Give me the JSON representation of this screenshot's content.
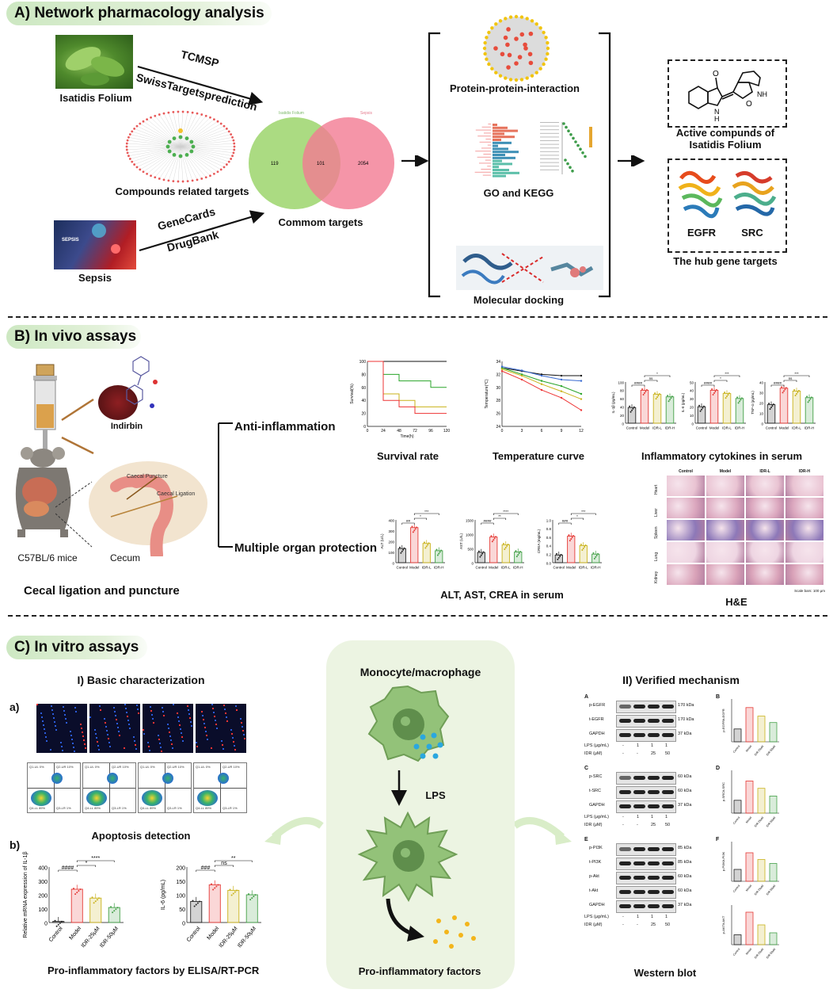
{
  "sectionA": {
    "title": "A)  Network pharmacology analysis",
    "herb_label": "Isatidis Folium",
    "arrow1_top": "TCMSP",
    "arrow1_bottom": "SwissTargetsprediction",
    "compounds_label": "Compounds related targets",
    "sepsis_label": "Sepsis",
    "sepsis_image_text": "SEPSIS",
    "arrow2_top": "GeneCards",
    "arrow2_bottom": "DrugBank",
    "venn": {
      "left_title": "Isatidis Folium",
      "right_title": "Sepsis",
      "left_count": "119",
      "overlap_count": "101",
      "right_count": "2054",
      "caption": "Commom targets",
      "left_color": "#a6d97b",
      "right_color": "#f27a92"
    },
    "ppi_label": "Protein-protein-interaction",
    "go_label": "GO and KEGG",
    "docking_label": "Molecular docking",
    "active_label_line1": "Active compunds of",
    "active_label_line2": "Isatidis Folium",
    "molecule_nh_bottom": "H",
    "molecule_n_bottom": "N",
    "molecule_nh_right": "NH",
    "molecule_o": "O",
    "egfr_label": "EGFR",
    "src_label": "SRC",
    "hub_label": "The hub gene targets"
  },
  "sectionB": {
    "title": "B)  In vivo assays",
    "indirbin_label": "Indirbin",
    "puncture_label": "Caecal Puncture",
    "ligation_label": "Caecal Ligation",
    "mouse_label": "C57BL/6 mice",
    "cecum_label": "Cecum",
    "clp_label": "Cecal ligation and puncture",
    "anti_label": "Anti-inflammation",
    "organ_label": "Multiple organ protection",
    "survival": {
      "caption": "Survival rate",
      "ylabel": "Survival(%)",
      "xlabel": "Time(h)",
      "yticks": [
        "0",
        "20",
        "40",
        "60",
        "80",
        "100"
      ],
      "xticks": [
        "0",
        "24",
        "48",
        "72",
        "96",
        "120"
      ]
    },
    "temperature": {
      "caption": "Temperature curve",
      "ylabel": "Temperature(℃)",
      "yticks": [
        "24",
        "26",
        "28",
        "30",
        "32",
        "34"
      ],
      "xticks": [
        "0",
        "3",
        "6",
        "9",
        "12"
      ]
    },
    "cytokine_caption": "Inflammatory cytokines in serum",
    "cytokine_panels": [
      {
        "ylabel": "IL-1β (pg/mL)",
        "sig1": "####",
        "sig2": "ns",
        "sig3": "*",
        "yticks": [
          "0",
          "20",
          "40",
          "60",
          "80",
          "100"
        ]
      },
      {
        "ylabel": "IL-6 (pg/mL)",
        "sig1": "####",
        "sig2": "*",
        "sig3": "***",
        "yticks": [
          "0",
          "10",
          "20",
          "30",
          "40",
          "50"
        ]
      },
      {
        "ylabel": "TNF-α (pg/mL)",
        "sig1": "####",
        "sig2": "ns",
        "sig3": "***",
        "yticks": [
          "0",
          "10",
          "20",
          "30",
          "40"
        ]
      }
    ],
    "group_labels": [
      "Control",
      "Model",
      "IDR-L",
      "IDR-H"
    ],
    "organ_panels": [
      {
        "ylabel": "ALT (U/L)",
        "sig1": "##",
        "sig2": "*",
        "sig3": "***",
        "yticks": [
          "0",
          "100",
          "200",
          "300",
          "400"
        ]
      },
      {
        "ylabel": "AST (U/L)",
        "sig1": "####",
        "sig2": "**",
        "sig3": "****",
        "yticks": [
          "0",
          "500",
          "1000",
          "1500"
        ]
      },
      {
        "ylabel": "CREA (mg/mL)",
        "sig1": "###",
        "sig2": "*",
        "sig3": "***",
        "yticks": [
          "0.0",
          "0.2",
          "0.4",
          "0.6",
          "0.8",
          "1.0"
        ]
      }
    ],
    "organ_caption": "ALT, AST, CREA in serum",
    "he_caption": "H&E",
    "he_cols": [
      "Control",
      "Model",
      "IDR-L",
      "IDR-H"
    ],
    "he_rows": [
      "Heart",
      "Liver",
      "Spleen",
      "Lung",
      "Kidney"
    ],
    "he_scale": "Scale bars: 100 μm"
  },
  "sectionC": {
    "title": "C)  In vitro assays",
    "basic_title": "I) Basic characterization",
    "panel_a": "a)",
    "panel_b": "b)",
    "apoptosis_caption": "Apoptosis detection",
    "flow_labels": [
      "Q1-UL 0%",
      "Q2-UR 10%",
      "Q4-LL 89%",
      "Q3-LR 1%"
    ],
    "il1b": {
      "ylabel": "Relative mRNA expression of IL-1β",
      "yticks": [
        "0",
        "100",
        "200",
        "300",
        "400"
      ],
      "groups": [
        "Control",
        "Model",
        "IDR-25μM",
        "IDR-50μM"
      ],
      "sig1": "####",
      "sig2": "*",
      "sig3": "****"
    },
    "il6": {
      "ylabel": "IL-6 (pg/mL)",
      "yticks": [
        "0",
        "50",
        "100",
        "150",
        "200"
      ],
      "groups": [
        "Control",
        "Model",
        "IDR-25μM",
        "IDR-50μM"
      ],
      "sig1": "###",
      "sig2": "ns",
      "sig3": "**"
    },
    "elisa_caption": "Pro-inflammatory factors by ELISA/RT-PCR",
    "cell_title": "Monocyte/macrophage",
    "lps_label": "LPS",
    "proinf_label": "Pro-inflammatory factors",
    "verified_title": "II) Verified mechanism",
    "wb_caption": "Western blot",
    "wb_blocks": [
      {
        "letter": "A",
        "chart_letter": "B",
        "rows": [
          "p-EGFR",
          "t-EGFR",
          "GAPDH"
        ],
        "kda": [
          "170 kDa",
          "170 kDa",
          "37 kDa"
        ],
        "ylabel": "p-EGFR/t-EGFR"
      },
      {
        "letter": "C",
        "chart_letter": "D",
        "rows": [
          "p-SRC",
          "t-SRC",
          "GAPDH"
        ],
        "kda": [
          "60 kDa",
          "60 kDa",
          "37 kDa"
        ],
        "ylabel": "p-SRC/t-SRC"
      },
      {
        "letter": "E",
        "chart_letter": "F",
        "rows": [
          "p-PI3K",
          "t-PI3K",
          "p-Akt",
          "t-Akt",
          "GAPDH"
        ],
        "kda": [
          "85 kDa",
          "85 kDa",
          "60 kDa",
          "60 kDa",
          "37 kDa"
        ],
        "ylabel": "p-PI3K/t-PI3K"
      }
    ],
    "wb_lps_label": "LPS (μg/mL)",
    "wb_idr_label": "IDR (μM)",
    "wb_lps_values": [
      "-",
      "1",
      "1",
      "1"
    ],
    "wb_idr_values": [
      "-",
      "-",
      "25",
      "50"
    ],
    "wb_bar_groups": [
      "Control",
      "Model",
      "IDR-25μM",
      "IDR-50μM"
    ],
    "wb_akt_ylabel": "p-AKT/t-AKT"
  }
}
